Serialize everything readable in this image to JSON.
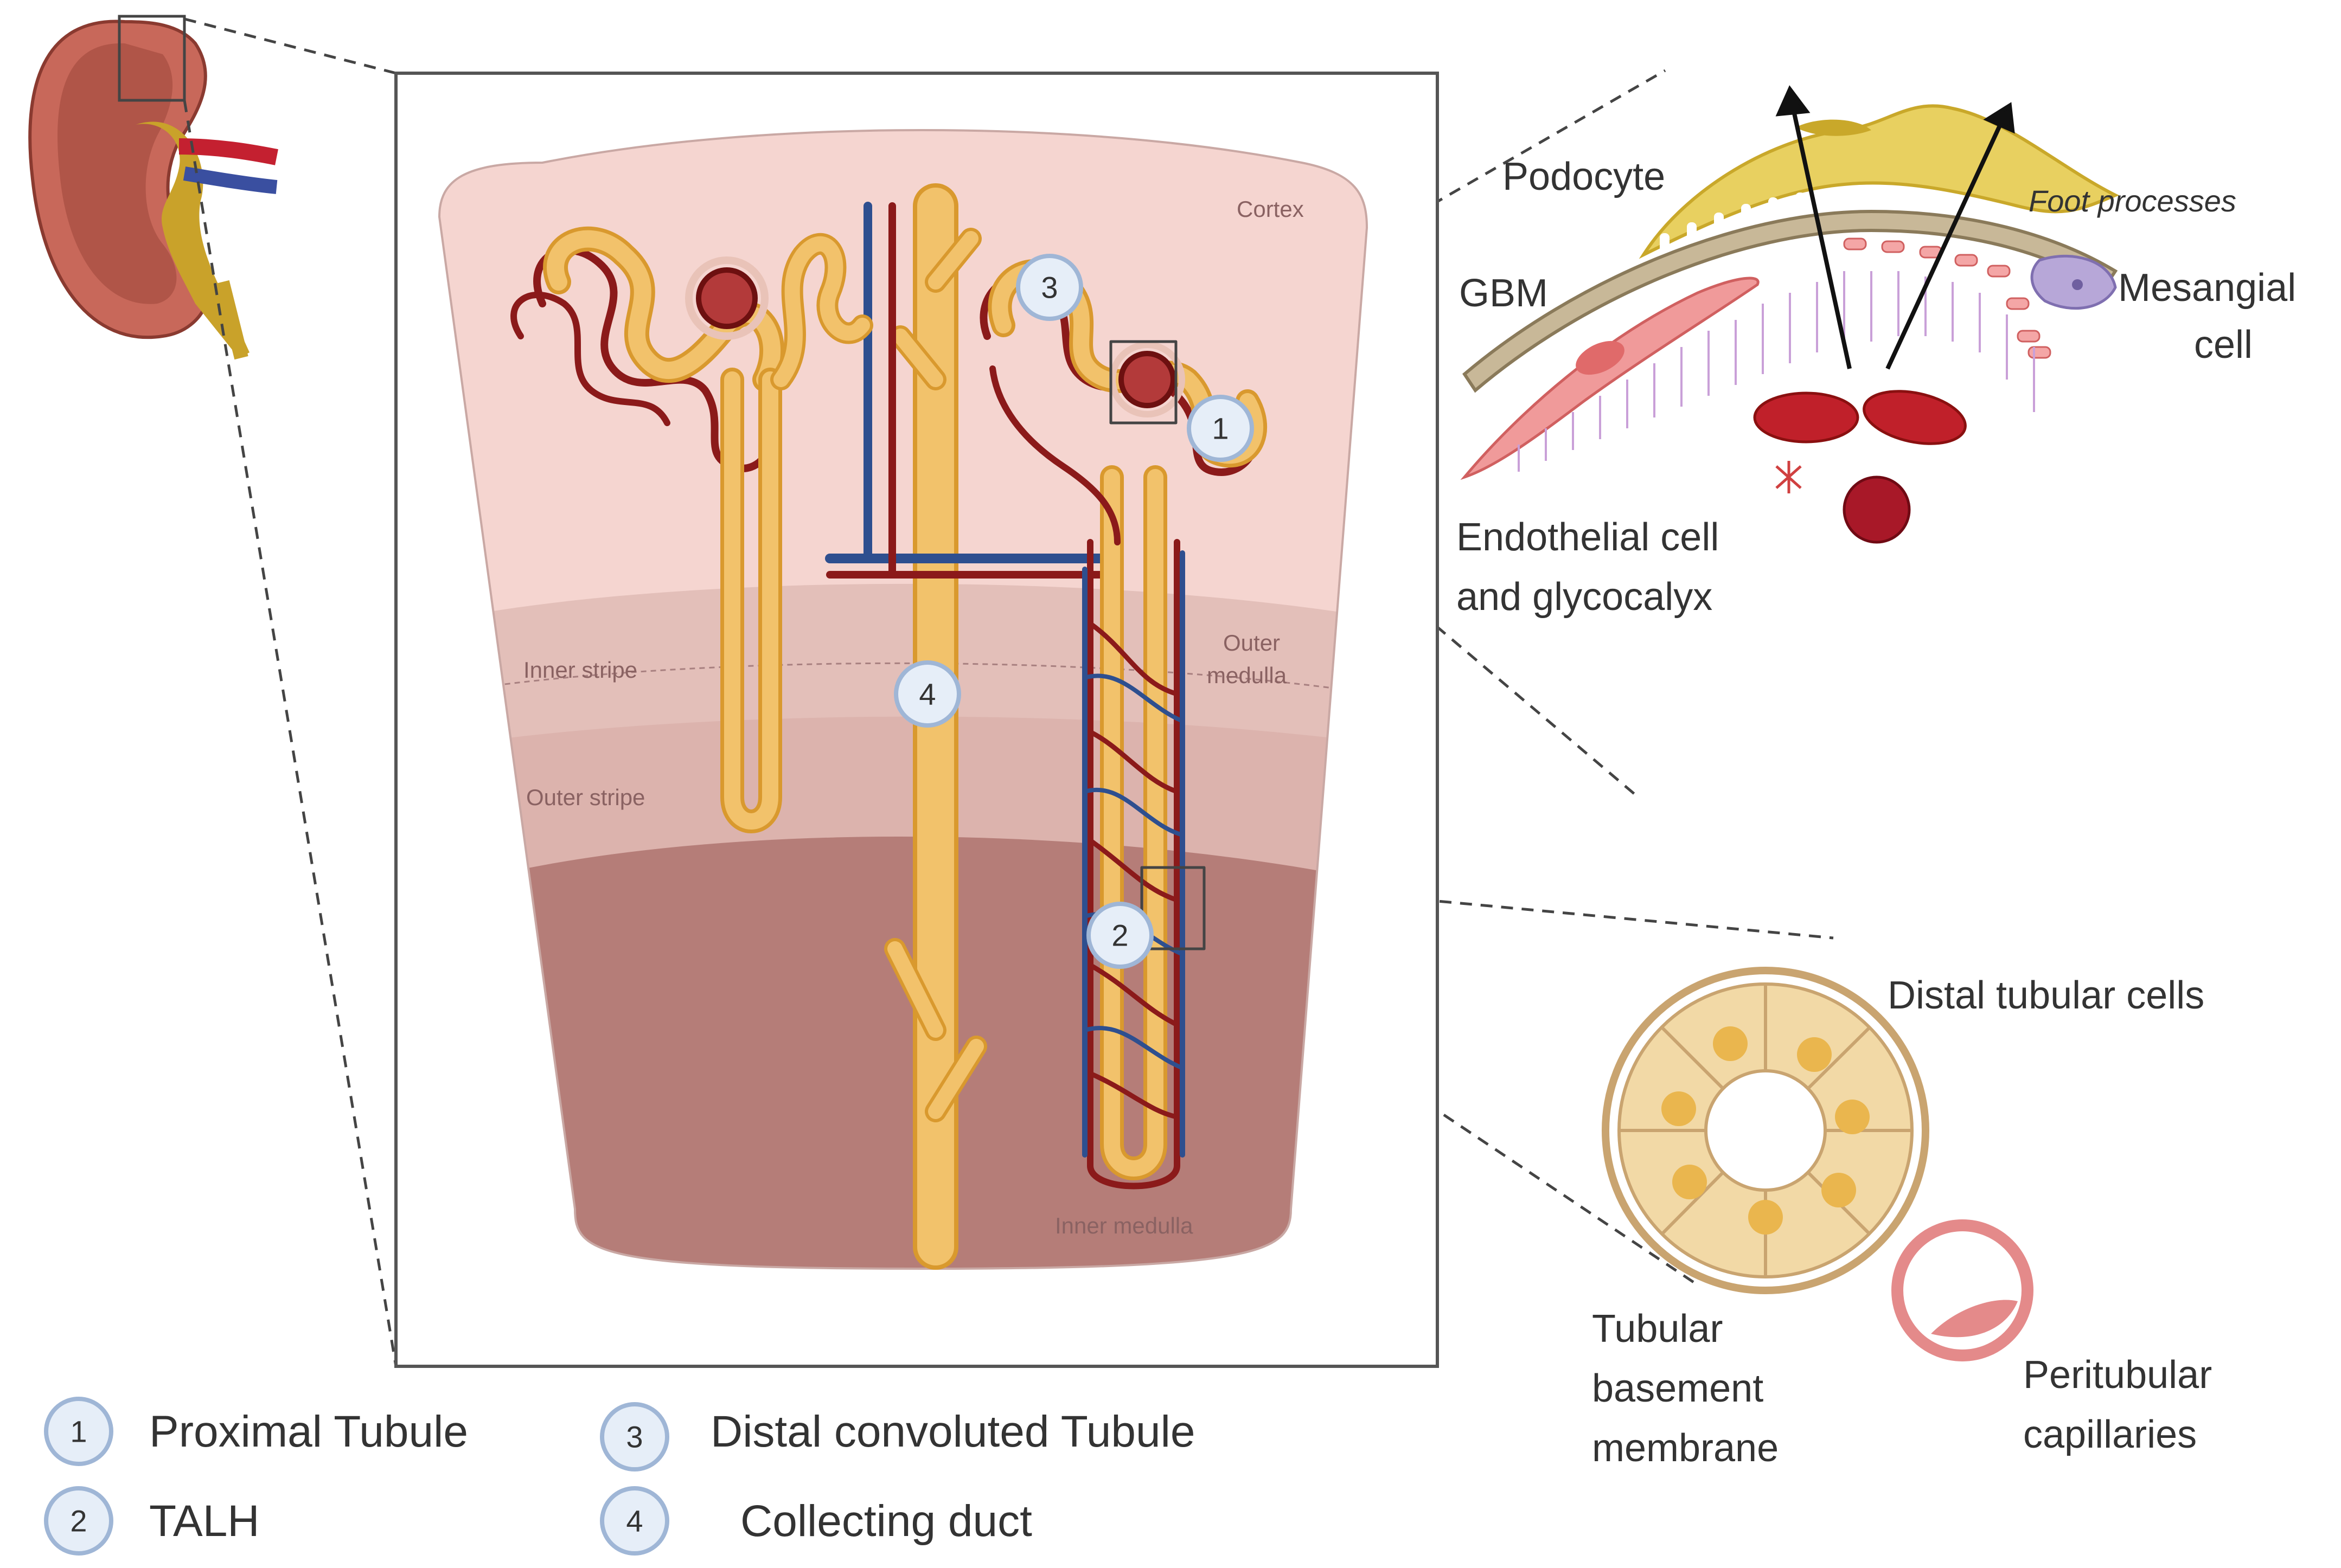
{
  "zones": {
    "cortex": "Cortex",
    "inner_stripe": "Inner stripe",
    "outer_stripe": "Outer stripe",
    "outer_medulla_line1": "Outer",
    "outer_medulla_line2": "medulla",
    "inner_medulla": "Inner medulla"
  },
  "glomerulus_callouts": {
    "podocyte": "Podocyte",
    "foot_processes": "Foot processes",
    "gbm": "GBM",
    "mesangial_line1": "Mesangial",
    "mesangial_line2": "cell",
    "endothelial_line1": "Endothelial cell",
    "endothelial_line2": "and glycocalyx"
  },
  "tubule_callouts": {
    "distal_tubular_cells": "Distal tubular cells",
    "tbm_line1": "Tubular",
    "tbm_line2": "basement",
    "tbm_line3": "membrane",
    "peritubular_line1": "Peritubular",
    "peritubular_line2": "capillaries"
  },
  "markers": {
    "m1": "1",
    "m2": "2",
    "m3": "3",
    "m4": "4"
  },
  "legend": [
    {
      "number": "1",
      "label": "Proximal Tubule"
    },
    {
      "number": "2",
      "label": "TALH"
    },
    {
      "number": "3",
      "label": "Distal convoluted Tubule"
    },
    {
      "number": "4",
      "label": "Collecting duct"
    }
  ],
  "colors": {
    "tubule": "#f2c26b",
    "tubule_outline": "#d9992e",
    "artery": "#8b1a1a",
    "vein": "#2e4f8f",
    "cortex": "#f5d5d0",
    "outer_stripe": "#dcb3ad",
    "inner_medulla": "#b57d78",
    "podocyte": "#e8d060",
    "gbm": "#c8b898",
    "endothelial": "#f09a9a",
    "rbc": "#c0202a",
    "marker_fill": "#e6eef8",
    "marker_stroke": "#9fb6d6"
  }
}
